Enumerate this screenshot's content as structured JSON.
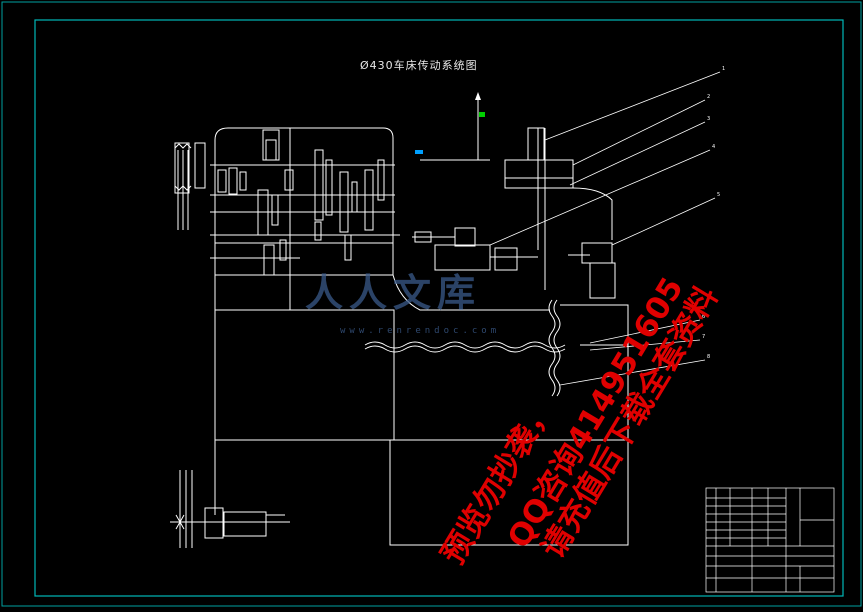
{
  "drawing": {
    "title": "Ø430车床传动系统图",
    "frame_color": "#00a0a0",
    "line_color": "#ffffff"
  },
  "callouts": [
    "1",
    "2",
    "3",
    "4",
    "5",
    "6",
    "7",
    "8"
  ],
  "watermark": {
    "logo_text": "人人文库",
    "site_text": "www.renrendoc.com",
    "line1": "预览勿抄袭，",
    "line2": "QQ咨询414951605",
    "line3": "请充值后下载全套资料",
    "color": "#e00000"
  }
}
